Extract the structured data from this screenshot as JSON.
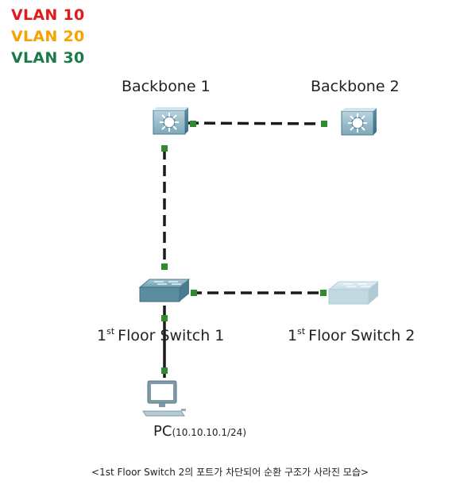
{
  "legend": [
    {
      "label": "VLAN 10",
      "color": "#e31a1c"
    },
    {
      "label": "VLAN 20",
      "color": "#f5a300"
    },
    {
      "label": "VLAN 30",
      "color": "#1a7a4a"
    }
  ],
  "nodes": {
    "backbone1": {
      "label": "Backbone 1",
      "icon": "multilayer-switch-icon"
    },
    "backbone2": {
      "label": "Backbone 2",
      "icon": "multilayer-switch-icon"
    },
    "floor_switch1": {
      "sup": "st",
      "prefix": "1",
      "label": "Floor Switch 1",
      "icon": "switch-icon"
    },
    "floor_switch2": {
      "sup": "st",
      "prefix": "1",
      "label": "Floor Switch 2",
      "icon": "switch-icon",
      "state": "blocked"
    },
    "pc": {
      "label": "PC",
      "address": "(10.10.10.1/24)",
      "icon": "pc-icon"
    }
  },
  "link_color": "#1a1a1a",
  "port_color": "#2e8b2e",
  "caption": "<1st Floor Switch 2의 포트가 차단되어 순환 구조가 사라진 모습>"
}
